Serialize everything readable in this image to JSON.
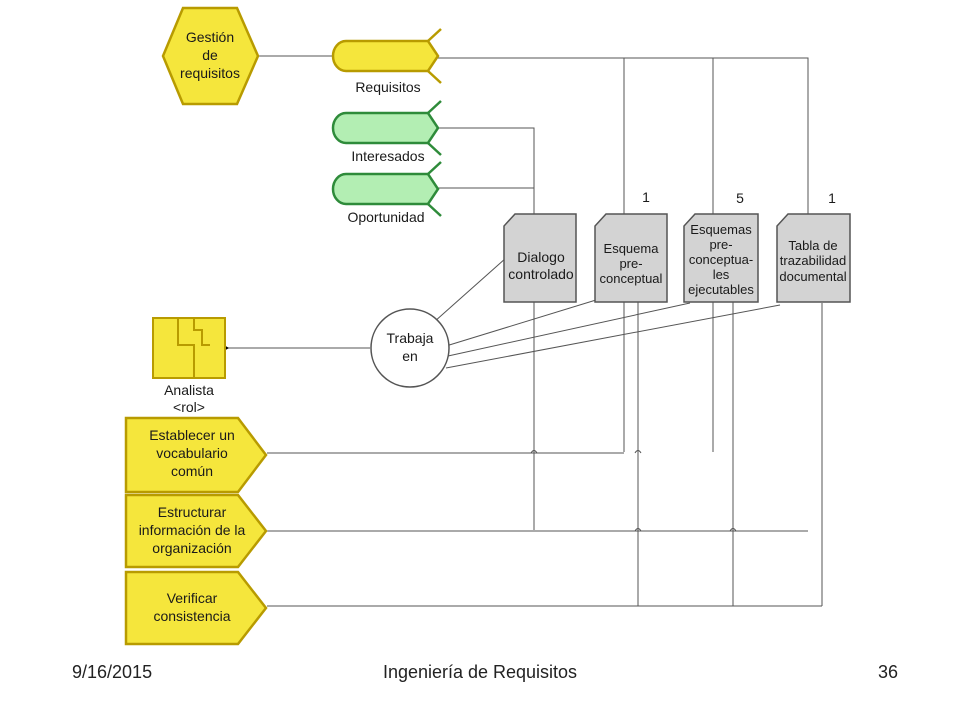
{
  "diagram": {
    "nodes": {
      "gestion": [
        "Gestión",
        "de",
        "requisitos"
      ],
      "requisitos": "Requisitos",
      "interesados": "Interesados",
      "oportunidad": "Oportunidad",
      "dialogo": [
        "Dialogo",
        "controlado"
      ],
      "esquema_pre": [
        "Esquema",
        "pre-",
        "conceptual"
      ],
      "esquemas_ejec": [
        "Esquemas",
        "pre-",
        "conceptua-",
        "les",
        "ejecutables"
      ],
      "tabla": [
        "Tabla de",
        "trazabilidad",
        "documental"
      ],
      "trabaja": [
        "Trabaja",
        "en"
      ],
      "analista": [
        "Analista",
        "<rol>"
      ],
      "establecer": [
        "Establecer un",
        "vocabulario",
        "común"
      ],
      "estructurar": [
        "Estructurar",
        "información de la",
        "organización"
      ],
      "verificar": [
        "Verificar",
        "consistencia"
      ]
    },
    "multiplicities": {
      "esquema_pre": "1",
      "esquemas_ejec": "5",
      "tabla": "1"
    }
  },
  "colors": {
    "yellow_fill": "#f5e63c",
    "yellow_stroke": "#b89b00",
    "green_fill": "#b3eeb3",
    "green_stroke": "#2e8b3a",
    "gray_fill": "#d3d3d3",
    "gray_stroke": "#555555",
    "line": "#555555"
  },
  "footer": {
    "date": "9/16/2015",
    "title": "Ingeniería de Requisitos",
    "page": "36"
  }
}
